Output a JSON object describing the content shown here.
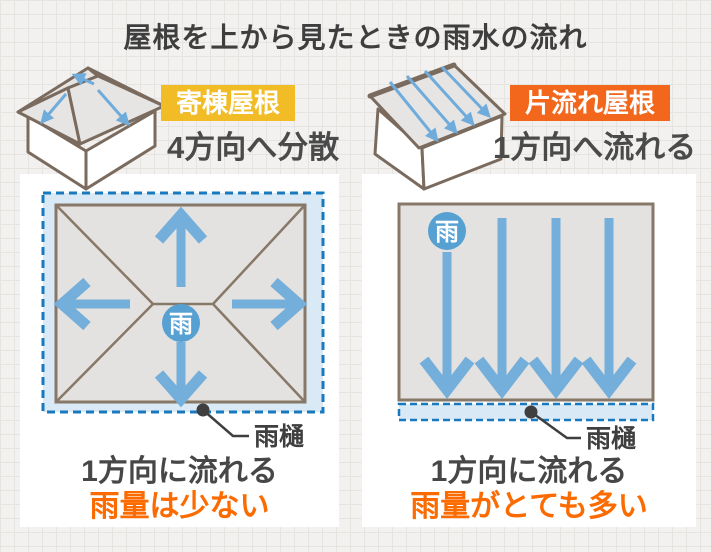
{
  "title": "屋根を上から見たときの雨水の流れ",
  "colors": {
    "tag_yellow": "#f1bc26",
    "tag_orange": "#f2671c",
    "orange_text": "#fb6b00",
    "arrow_blue": "#74aeda",
    "badge_blue": "#56a0d2",
    "dash_blue": "#1879be",
    "light_blue": "#d9eaf6"
  },
  "left": {
    "tag": "寄棟屋根",
    "caption": "4方向へ分散",
    "rain_badge": "雨",
    "gutter_label": "雨樋",
    "result_line1": "1方向に流れる",
    "result_line2": "雨量は少ない"
  },
  "right": {
    "tag": "片流れ屋根",
    "caption": "1方向へ流れる",
    "rain_badge": "雨",
    "gutter_label": "雨樋",
    "result_line1": "1方向に流れる",
    "result_line2": "雨量がとても多い"
  }
}
